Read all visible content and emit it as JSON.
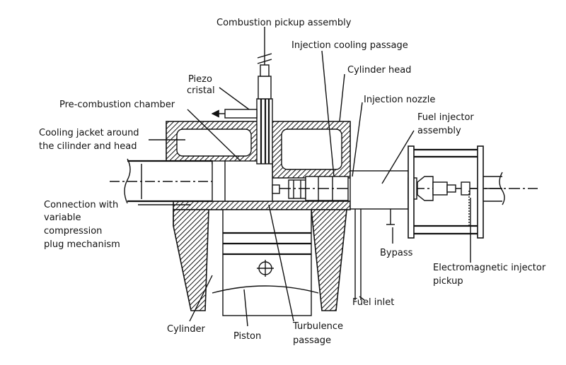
{
  "labels": {
    "combustion_pickup": "Combustion pickup assembly",
    "injection_cooling": "Injection cooling passage",
    "cylinder_head": "Cylinder head",
    "piezo_line1": "Piezo",
    "piezo_line2": "cristal",
    "precombustion": "Pre-combustion chamber",
    "injection_nozzle": "Injection nozzle",
    "fuel_injector_line1": "Fuel injector",
    "fuel_injector_line2": "assembly",
    "cooling_jacket_line1": "Cooling jacket around",
    "cooling_jacket_line2": "the cilinder and head",
    "connection_line1": "Connection with",
    "connection_line2": "variable",
    "connection_line3": "compression",
    "connection_line4": "plug mechanism",
    "bypass": "Bypass",
    "electromagnetic_line1": "Electromagnetic injector",
    "electromagnetic_line2": "pickup",
    "fuel_inlet": "Fuel inlet",
    "cylinder": "Cylinder",
    "piston": "Piston",
    "turbulence_line1": "Turbulence",
    "turbulence_line2": "passage"
  }
}
